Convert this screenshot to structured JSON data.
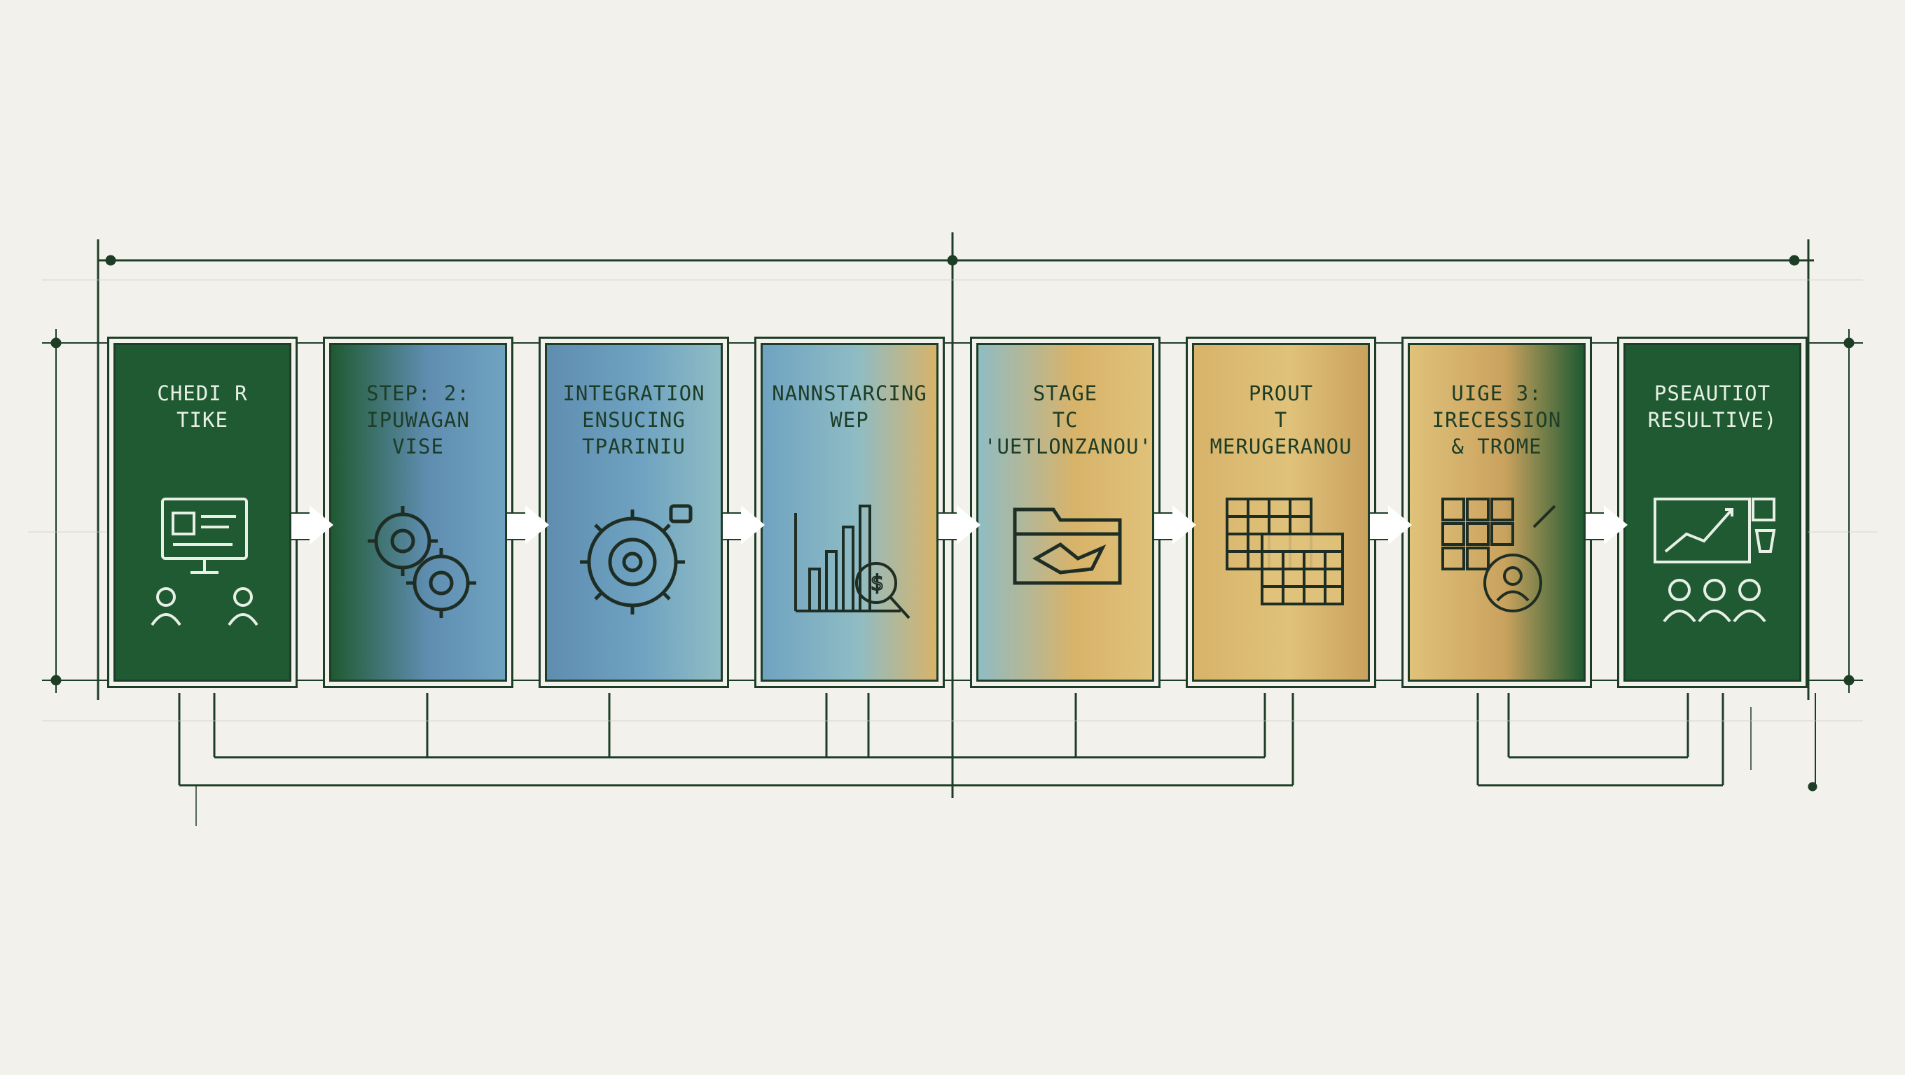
{
  "stages": [
    {
      "title": "CHEDI R\nTIKE",
      "icon": "monitor-people-icon",
      "color": "#1f5a32",
      "scheme": "dark"
    },
    {
      "title": "STEP: 2:\nIPUWAGAN\nVISE",
      "icon": "gears-icon",
      "color": "#5f8db0",
      "scheme": "light"
    },
    {
      "title": "INTEGRATION\nENSUCING\nTPARINIU",
      "icon": "gear-cog-icon",
      "color": "#6fa3c1",
      "scheme": "light"
    },
    {
      "title": "NANNSTARCING\nWEP",
      "icon": "chart-magnifier-icon",
      "color": "#8fbcc4",
      "scheme": "light"
    },
    {
      "title": "STAGE\nTC\n'UETLONZANOU'",
      "icon": "folder-handshake-icon",
      "color": "#d8b36a",
      "scheme": "light"
    },
    {
      "title": "PROUT\nT MERUGERANOU",
      "icon": "spreadsheet-icon",
      "color": "#e0c27a",
      "scheme": "light"
    },
    {
      "title": "UIGE 3:\nIRECESSION\n& TROME",
      "icon": "grid-person-icon",
      "color": "#c9a25e",
      "scheme": "light"
    },
    {
      "title": "PSEAUTIOT\nRESULTIVE)",
      "icon": "growth-chart-people-icon",
      "color": "#1f5a32",
      "scheme": "dark"
    }
  ],
  "colors": {
    "line": "#1e3d27",
    "paper": "#f2f1ec"
  }
}
